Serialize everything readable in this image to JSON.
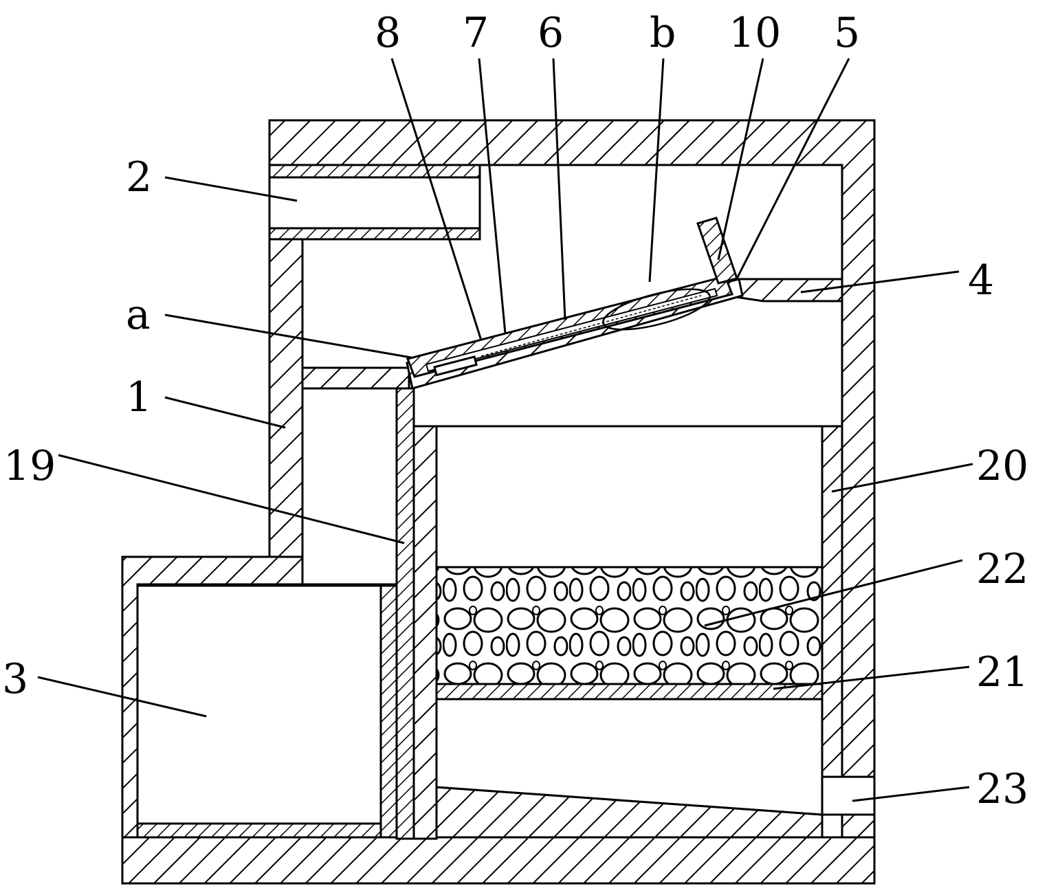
{
  "figure": {
    "labels": {
      "l8": "8",
      "l7": "7",
      "l6": "6",
      "lb": "b",
      "l10": "10",
      "l5": "5",
      "l2": "2",
      "l4": "4",
      "la": "a",
      "l1": "1",
      "l19": "19",
      "l20": "20",
      "l22": "22",
      "l3": "3",
      "l21": "21",
      "l23": "23"
    }
  }
}
